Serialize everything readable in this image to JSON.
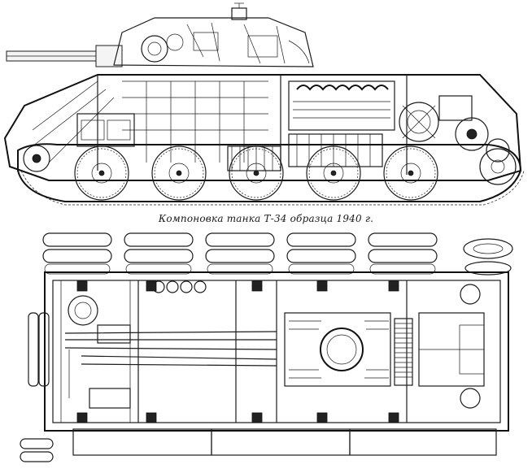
{
  "caption": "Компоновка танка Т-34 образца 1940 г.",
  "views": {
    "side": {
      "road_wheels": 5
    },
    "top": {
      "road_wheel_pairs": 5
    }
  }
}
